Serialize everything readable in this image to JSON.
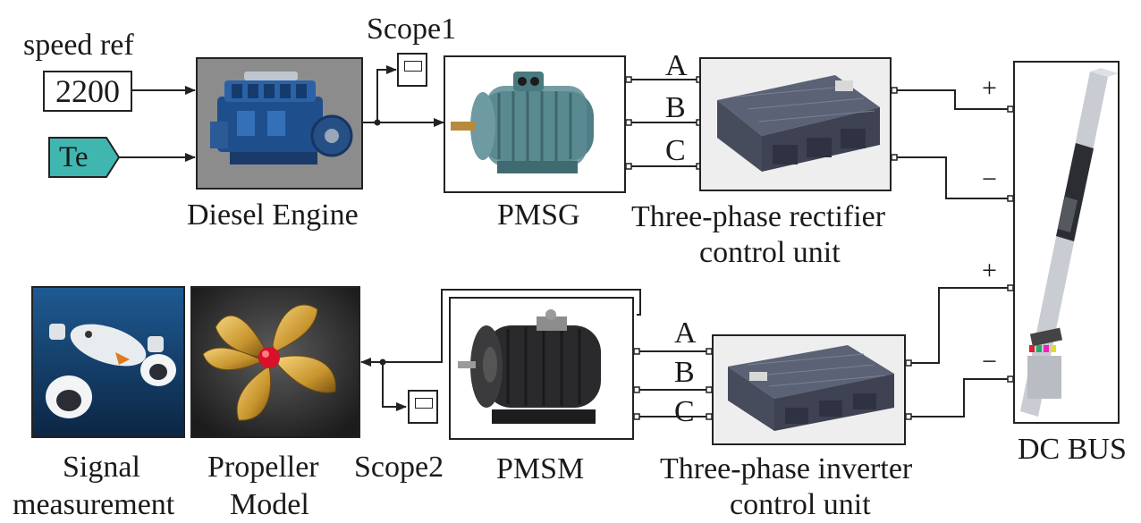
{
  "inputs": {
    "speed_ref_label": "speed ref",
    "speed_ref_value": "2200",
    "torque_tag": "Te",
    "torque_tag_color": "#3fb7b0"
  },
  "blocks": {
    "diesel_engine": "Diesel Engine",
    "pmsg": "PMSG",
    "rectifier_line1": "Three-phase rectifier",
    "rectifier_line2": "control unit",
    "dc_bus": "DC BUS",
    "inverter_line1": "Three-phase inverter",
    "inverter_line2": "control unit",
    "pmsm": "PMSM",
    "propeller_line1": "Propeller",
    "propeller_line2": "Model",
    "signal_line1": "Signal",
    "signal_line2": "measurement"
  },
  "scopes": {
    "scope1": "Scope1",
    "scope2": "Scope2"
  },
  "phases": {
    "top": [
      "A",
      "B",
      "C"
    ],
    "bottom": [
      "A",
      "B",
      "C"
    ]
  },
  "polarity": {
    "plus": "+",
    "minus": "−"
  }
}
